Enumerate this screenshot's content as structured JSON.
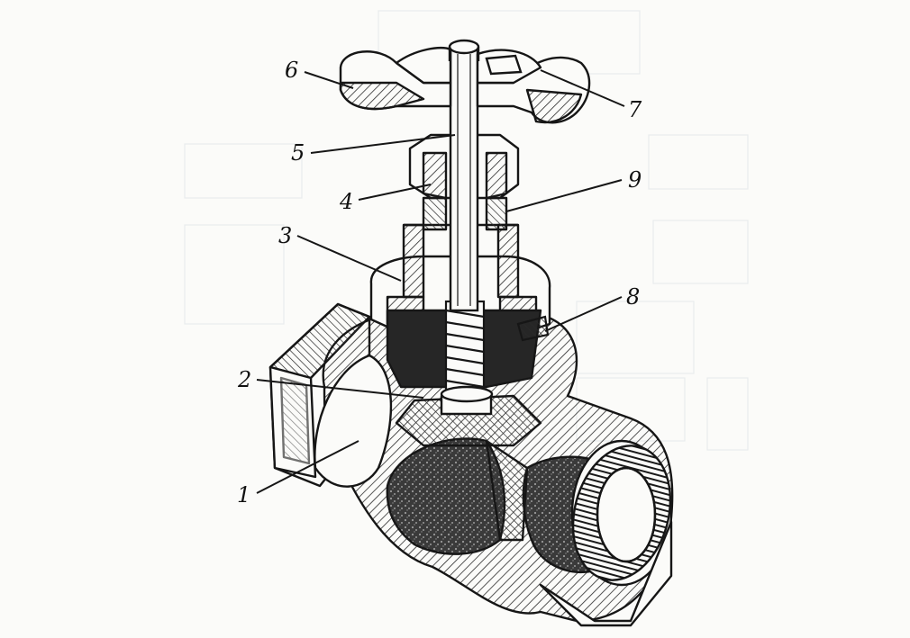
{
  "callouts": {
    "c1": "1",
    "c2": "2",
    "c3": "3",
    "c4": "4",
    "c5": "5",
    "c6": "6",
    "c7": "7",
    "c8": "8",
    "c9": "9"
  },
  "colors": {
    "ink": "#161616",
    "paper": "#fbfbf9",
    "hatch": "#2a2a2a",
    "faded_print": "#c9d2d8"
  }
}
